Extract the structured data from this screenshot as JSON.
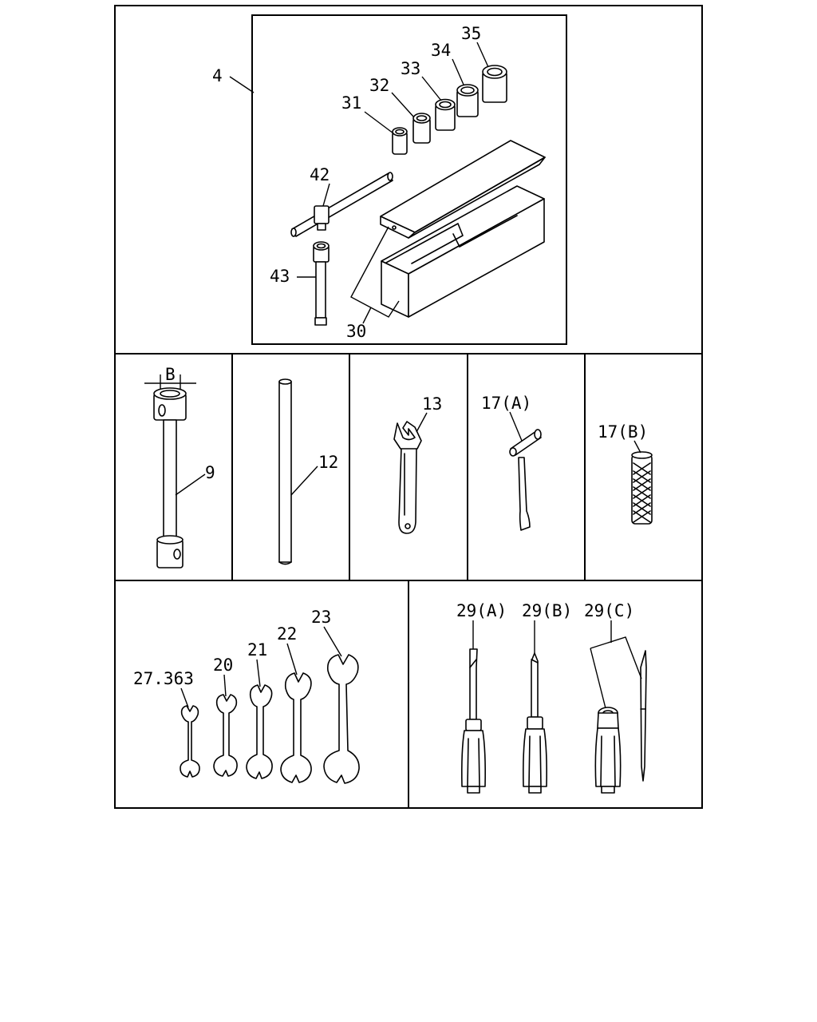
{
  "labels": {
    "kit": "4",
    "socket_31": "31",
    "socket_32": "32",
    "socket_33": "33",
    "socket_34": "34",
    "socket_35": "35",
    "t_handle": "42",
    "extension": "43",
    "case": "30",
    "box_dimension": "B",
    "box_wrench": "9",
    "bar": "12",
    "adjustable_wrench": "13",
    "hammer": "17(A)",
    "grip": "17(B)",
    "wrench_smallest": "27.363",
    "wrench_20": "20",
    "wrench_21": "21",
    "wrench_22": "22",
    "wrench_23": "23",
    "screwdriver_a": "29(A)",
    "screwdriver_b": "29(B)",
    "screwdriver_c": "29(C)"
  }
}
